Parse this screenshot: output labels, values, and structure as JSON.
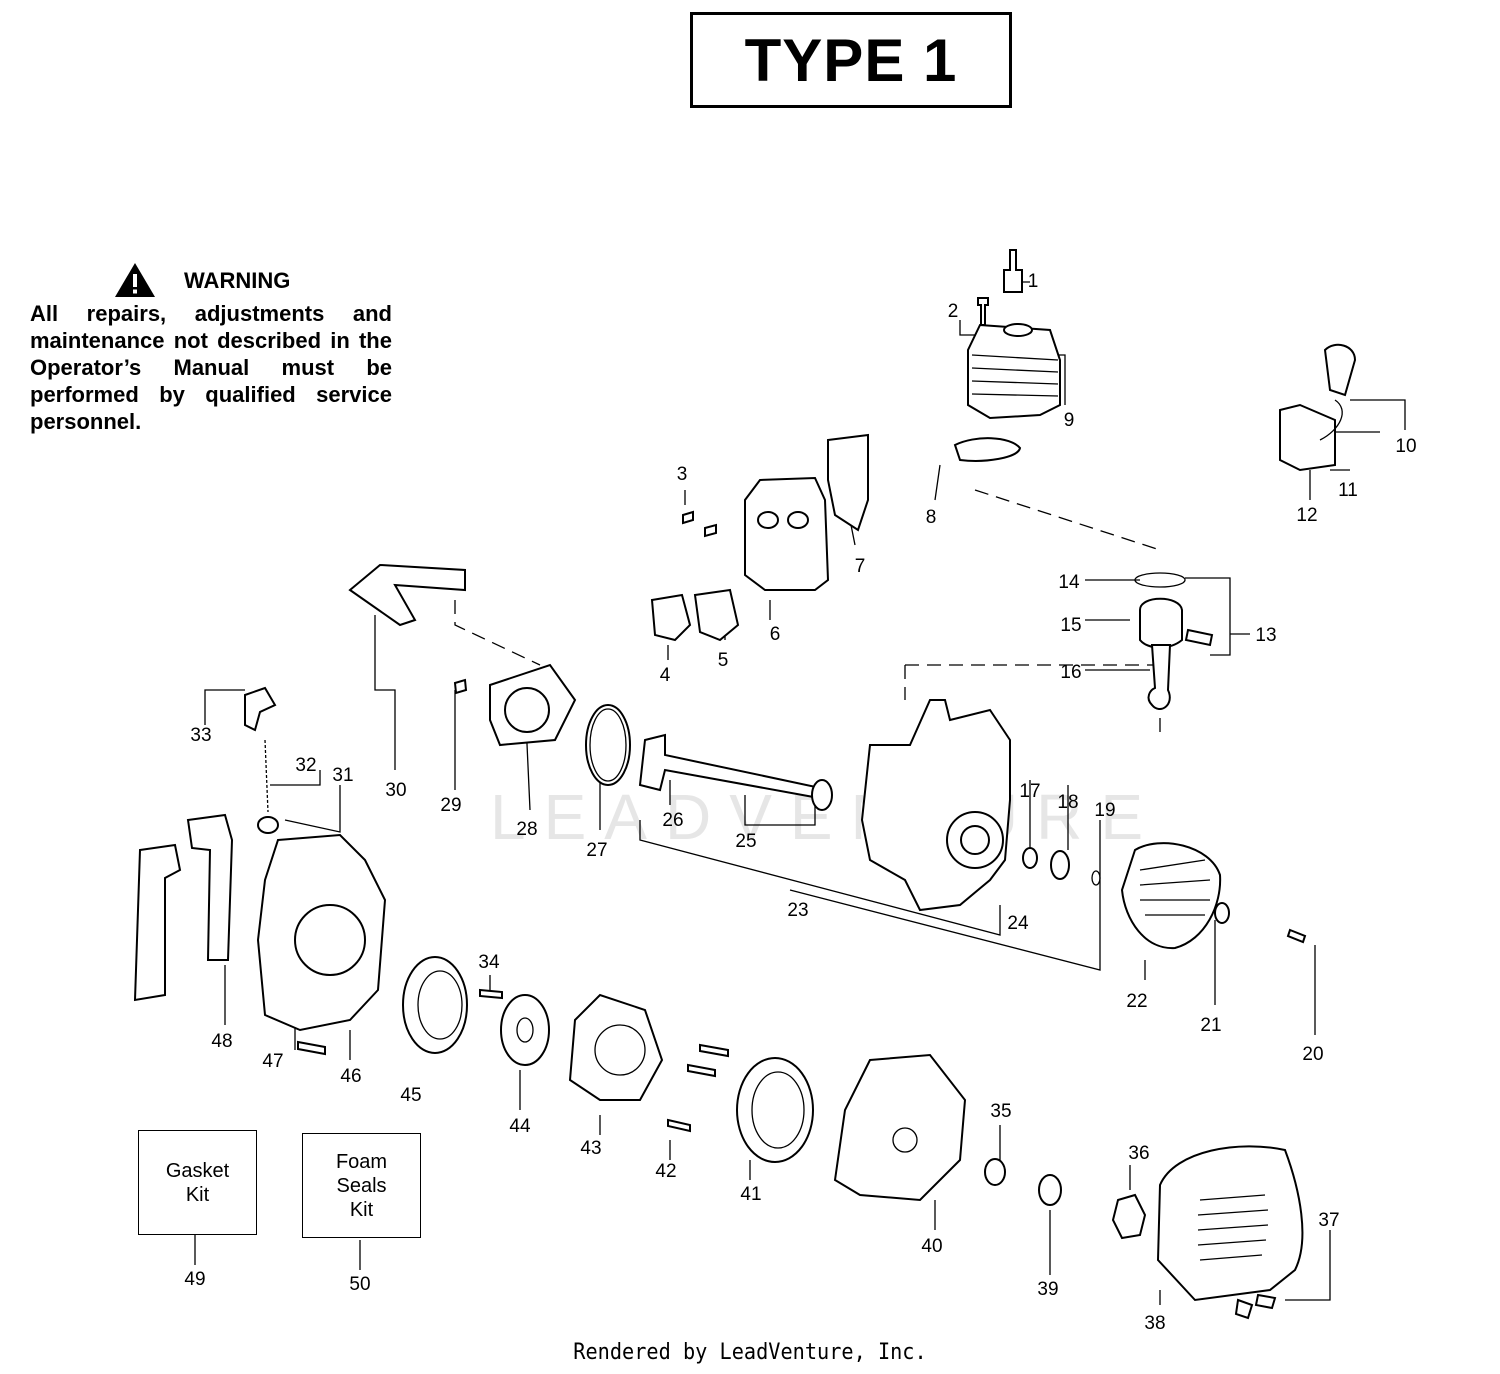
{
  "title": "TYPE 1",
  "warning": {
    "heading": "WARNING",
    "body": "All repairs, adjustments and maintenance not described in the Operator’s Manual must be performed by qualified service personnel."
  },
  "kits": [
    {
      "label": "Gasket\nKit",
      "number": "49"
    },
    {
      "label": "Foam\nSeals\nKit",
      "number": "50"
    }
  ],
  "watermark": "LEADVENTURE",
  "footer": "Rendered by LeadVenture, Inc.",
  "callouts": [
    "1",
    "2",
    "3",
    "4",
    "5",
    "6",
    "7",
    "8",
    "9",
    "10",
    "11",
    "12",
    "13",
    "14",
    "15",
    "16",
    "17",
    "18",
    "19",
    "20",
    "21",
    "22",
    "23",
    "24",
    "25",
    "26",
    "27",
    "28",
    "29",
    "30",
    "31",
    "32",
    "33",
    "34",
    "35",
    "36",
    "37",
    "38",
    "39",
    "40",
    "41",
    "42",
    "43",
    "44",
    "45",
    "46",
    "47",
    "48"
  ]
}
